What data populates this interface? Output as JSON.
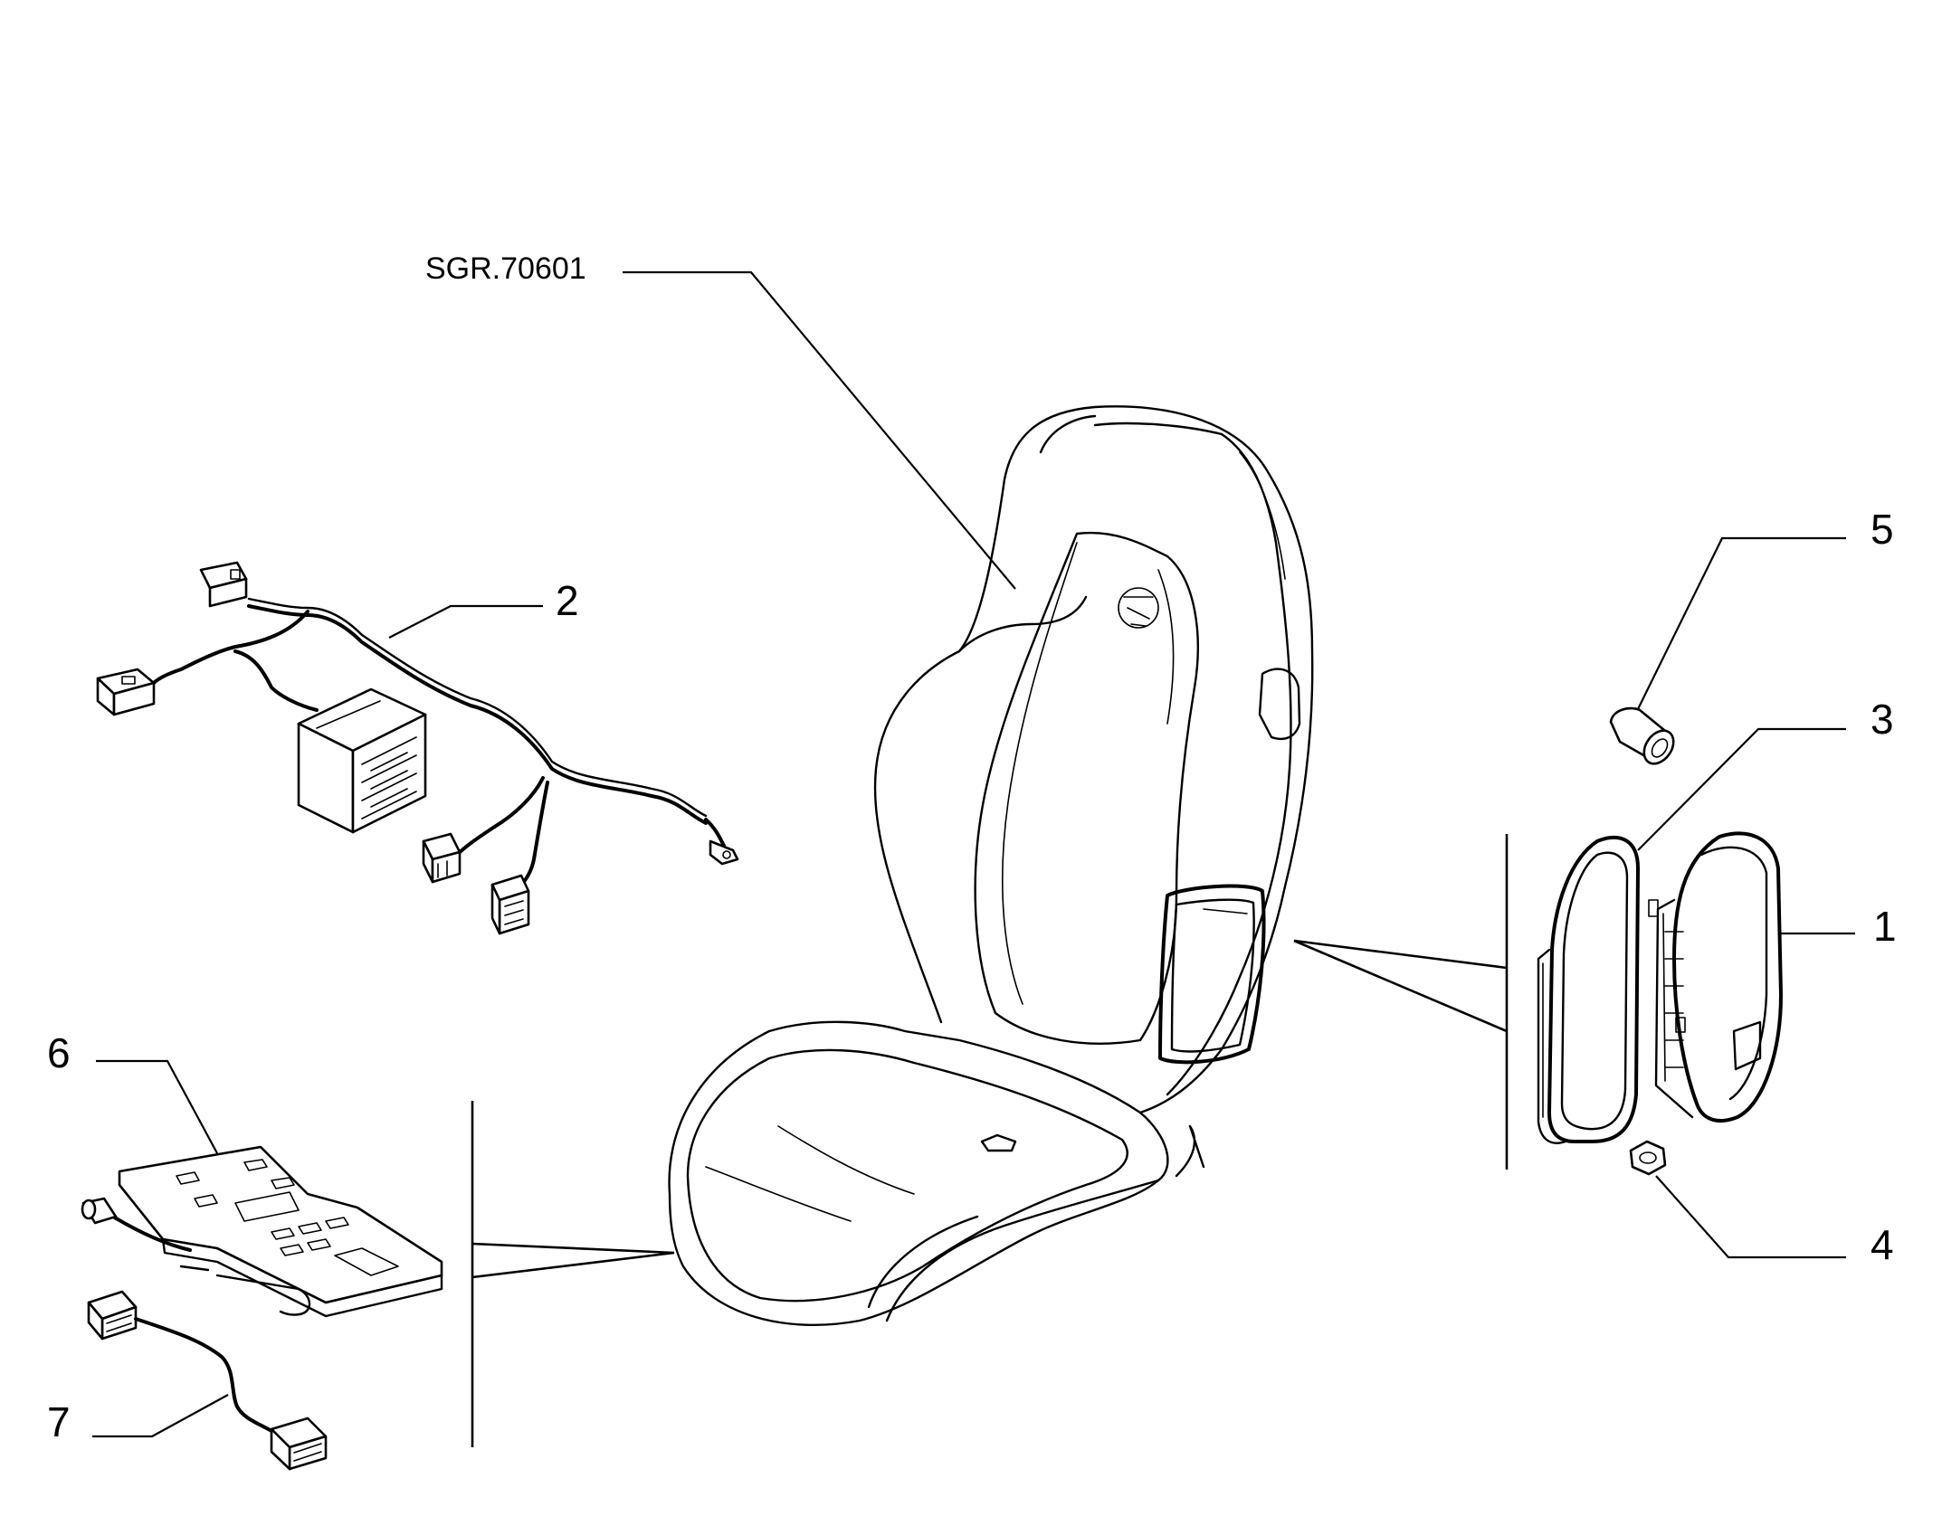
{
  "callouts": {
    "assembly_ref": "SGR.70601",
    "part_1": "1",
    "part_2": "2",
    "part_3": "3",
    "part_4": "4",
    "part_5": "5",
    "part_6": "6",
    "part_7": "7"
  }
}
